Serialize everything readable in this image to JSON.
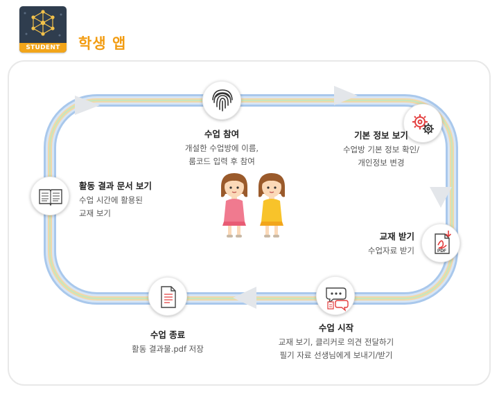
{
  "header": {
    "badge_label": "STUDENT",
    "title": "학생 앱"
  },
  "colors": {
    "accent": "#f29c11",
    "track_outer": "#a9c8ec",
    "track_inner": "#cfe0f4",
    "track_green": "#bfe3b5",
    "track_orange": "#f7d7a6",
    "arrow": "#e3e6ea",
    "icon_red": "#e33d3d"
  },
  "steps": [
    {
      "id": "join",
      "icon": "fingerprint-icon",
      "title": "수업 참여",
      "desc_lines": [
        "개설한 수업방에 이름,",
        "룸코드 입력 후 참여"
      ]
    },
    {
      "id": "info",
      "icon": "gears-icon",
      "title": "기본 정보 보기",
      "desc_lines": [
        "수업방 기본 정보 확인/",
        "개인정보 변경"
      ]
    },
    {
      "id": "material",
      "icon": "pdf-download-icon",
      "title": "교재 받기",
      "desc_lines": [
        "수업자료 받기"
      ]
    },
    {
      "id": "start",
      "icon": "chat-bubbles-icon",
      "title": "수업 시작",
      "desc_lines": [
        "교재 보기, 클리커로 의견 전달하기",
        "필기 자료 선생님에게 보내기/받기"
      ]
    },
    {
      "id": "end",
      "icon": "document-icon",
      "title": "수업 종료",
      "desc_lines": [
        "활동 결과물.pdf 저장"
      ]
    },
    {
      "id": "results",
      "icon": "open-book-icon",
      "title": "활동 결과 문서 보기",
      "desc_lines": [
        "수업 시간에 활용된",
        "교재 보기"
      ]
    }
  ]
}
